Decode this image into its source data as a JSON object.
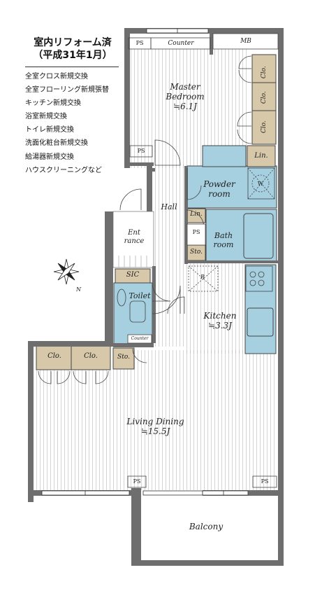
{
  "title": {
    "line1": "室内リフォーム済",
    "line2": "（平成31年1月）"
  },
  "notes": [
    "全室クロス新規交換",
    "全室フローリング新規張替",
    "キッチン新規交換",
    "浴室新規交換",
    "トイレ新規交換",
    "洗面化粧台新規交換",
    "給湯器新規交換",
    "ハウスクリーニングなど"
  ],
  "rooms": {
    "master_bedroom": {
      "name_line1": "Master",
      "name_line2": "Bedroom",
      "area": "≒6.1J"
    },
    "living_dining": {
      "name": "Living Dining",
      "area": "≒15.5J"
    },
    "kitchen": {
      "name": "Kitchen",
      "area": "≒3.3J"
    },
    "powder_room": {
      "line1": "Powder",
      "line2": "room"
    },
    "bath_room": {
      "line1": "Bath",
      "line2": "room"
    },
    "toilet": "Toilet",
    "hall": "Hall",
    "entrance": {
      "line1": "Ent",
      "line2": "rance"
    },
    "balcony": "Balcony"
  },
  "fixtures": {
    "ps": "PS",
    "counter": "Counter",
    "mb": "MB",
    "closet": "Clo.",
    "linen": "Lin.",
    "storage": "Sto.",
    "sic": "SIC",
    "washer": "W",
    "fridge": "R",
    "toilet_counter": "Counter"
  },
  "colors": {
    "wall": "#6e6e6e",
    "storage_fill": "#d6c8a8",
    "wet_area_fill": "#a6cfdf",
    "floor_line": "#b4b4b4",
    "line": "#333333"
  }
}
